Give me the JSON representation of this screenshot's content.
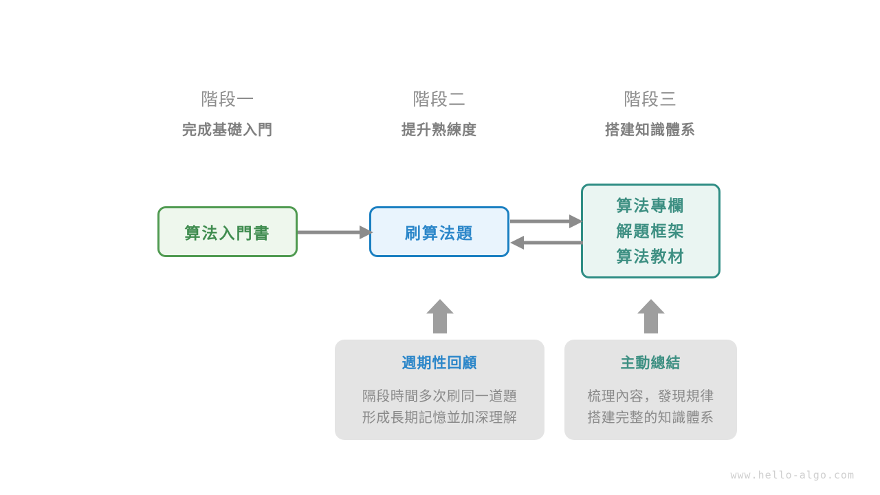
{
  "diagram": {
    "title": "algorithm-learning-roadmap",
    "colors": {
      "green": "#3f8c4f",
      "green_border": "#4f9a50",
      "green_fill": "#eef7ed",
      "blue": "#2b86c9",
      "blue_border": "#1a7fc1",
      "blue_fill": "#e9f4fd",
      "teal": "#3d8f82",
      "teal_border": "#2f8d84",
      "teal_fill": "#eaf5f2",
      "gray_box": "#e4e4e4",
      "gray_text": "#8a8a8a",
      "arrow": "#8c8c8c",
      "block_arrow": "#9e9e9e",
      "header_phase": "#8c8c8c",
      "header_goal": "#7f7f7f",
      "watermark": "#cfcfcf"
    },
    "stages": [
      {
        "phase": "階段一",
        "goal": "完成基礎入門"
      },
      {
        "phase": "階段二",
        "goal": "提升熟練度"
      },
      {
        "phase": "階段三",
        "goal": "搭建知識體系"
      }
    ],
    "nodes": {
      "primer": {
        "label": "算法入門書"
      },
      "practice": {
        "label": "刷算法題"
      },
      "advanced": {
        "lines": [
          "算法專欄",
          "解題框架",
          "算法教材"
        ]
      }
    },
    "methods": [
      {
        "title": "週期性回顧",
        "desc_lines": [
          "隔段時間多次刷同一道題",
          "形成長期記憶並加深理解"
        ]
      },
      {
        "title": "主動總結",
        "desc_lines": [
          "梳理內容，發現規律",
          "搭建完整的知識體系"
        ]
      }
    ],
    "connectors": [
      {
        "name": "primer-to-practice",
        "direction": "right"
      },
      {
        "name": "practice-to-advanced",
        "direction": "right"
      },
      {
        "name": "advanced-to-practice",
        "direction": "left"
      },
      {
        "name": "review-to-practice",
        "direction": "up"
      },
      {
        "name": "summary-to-advanced",
        "direction": "up"
      }
    ],
    "watermark": "www.hello-algo.com"
  }
}
